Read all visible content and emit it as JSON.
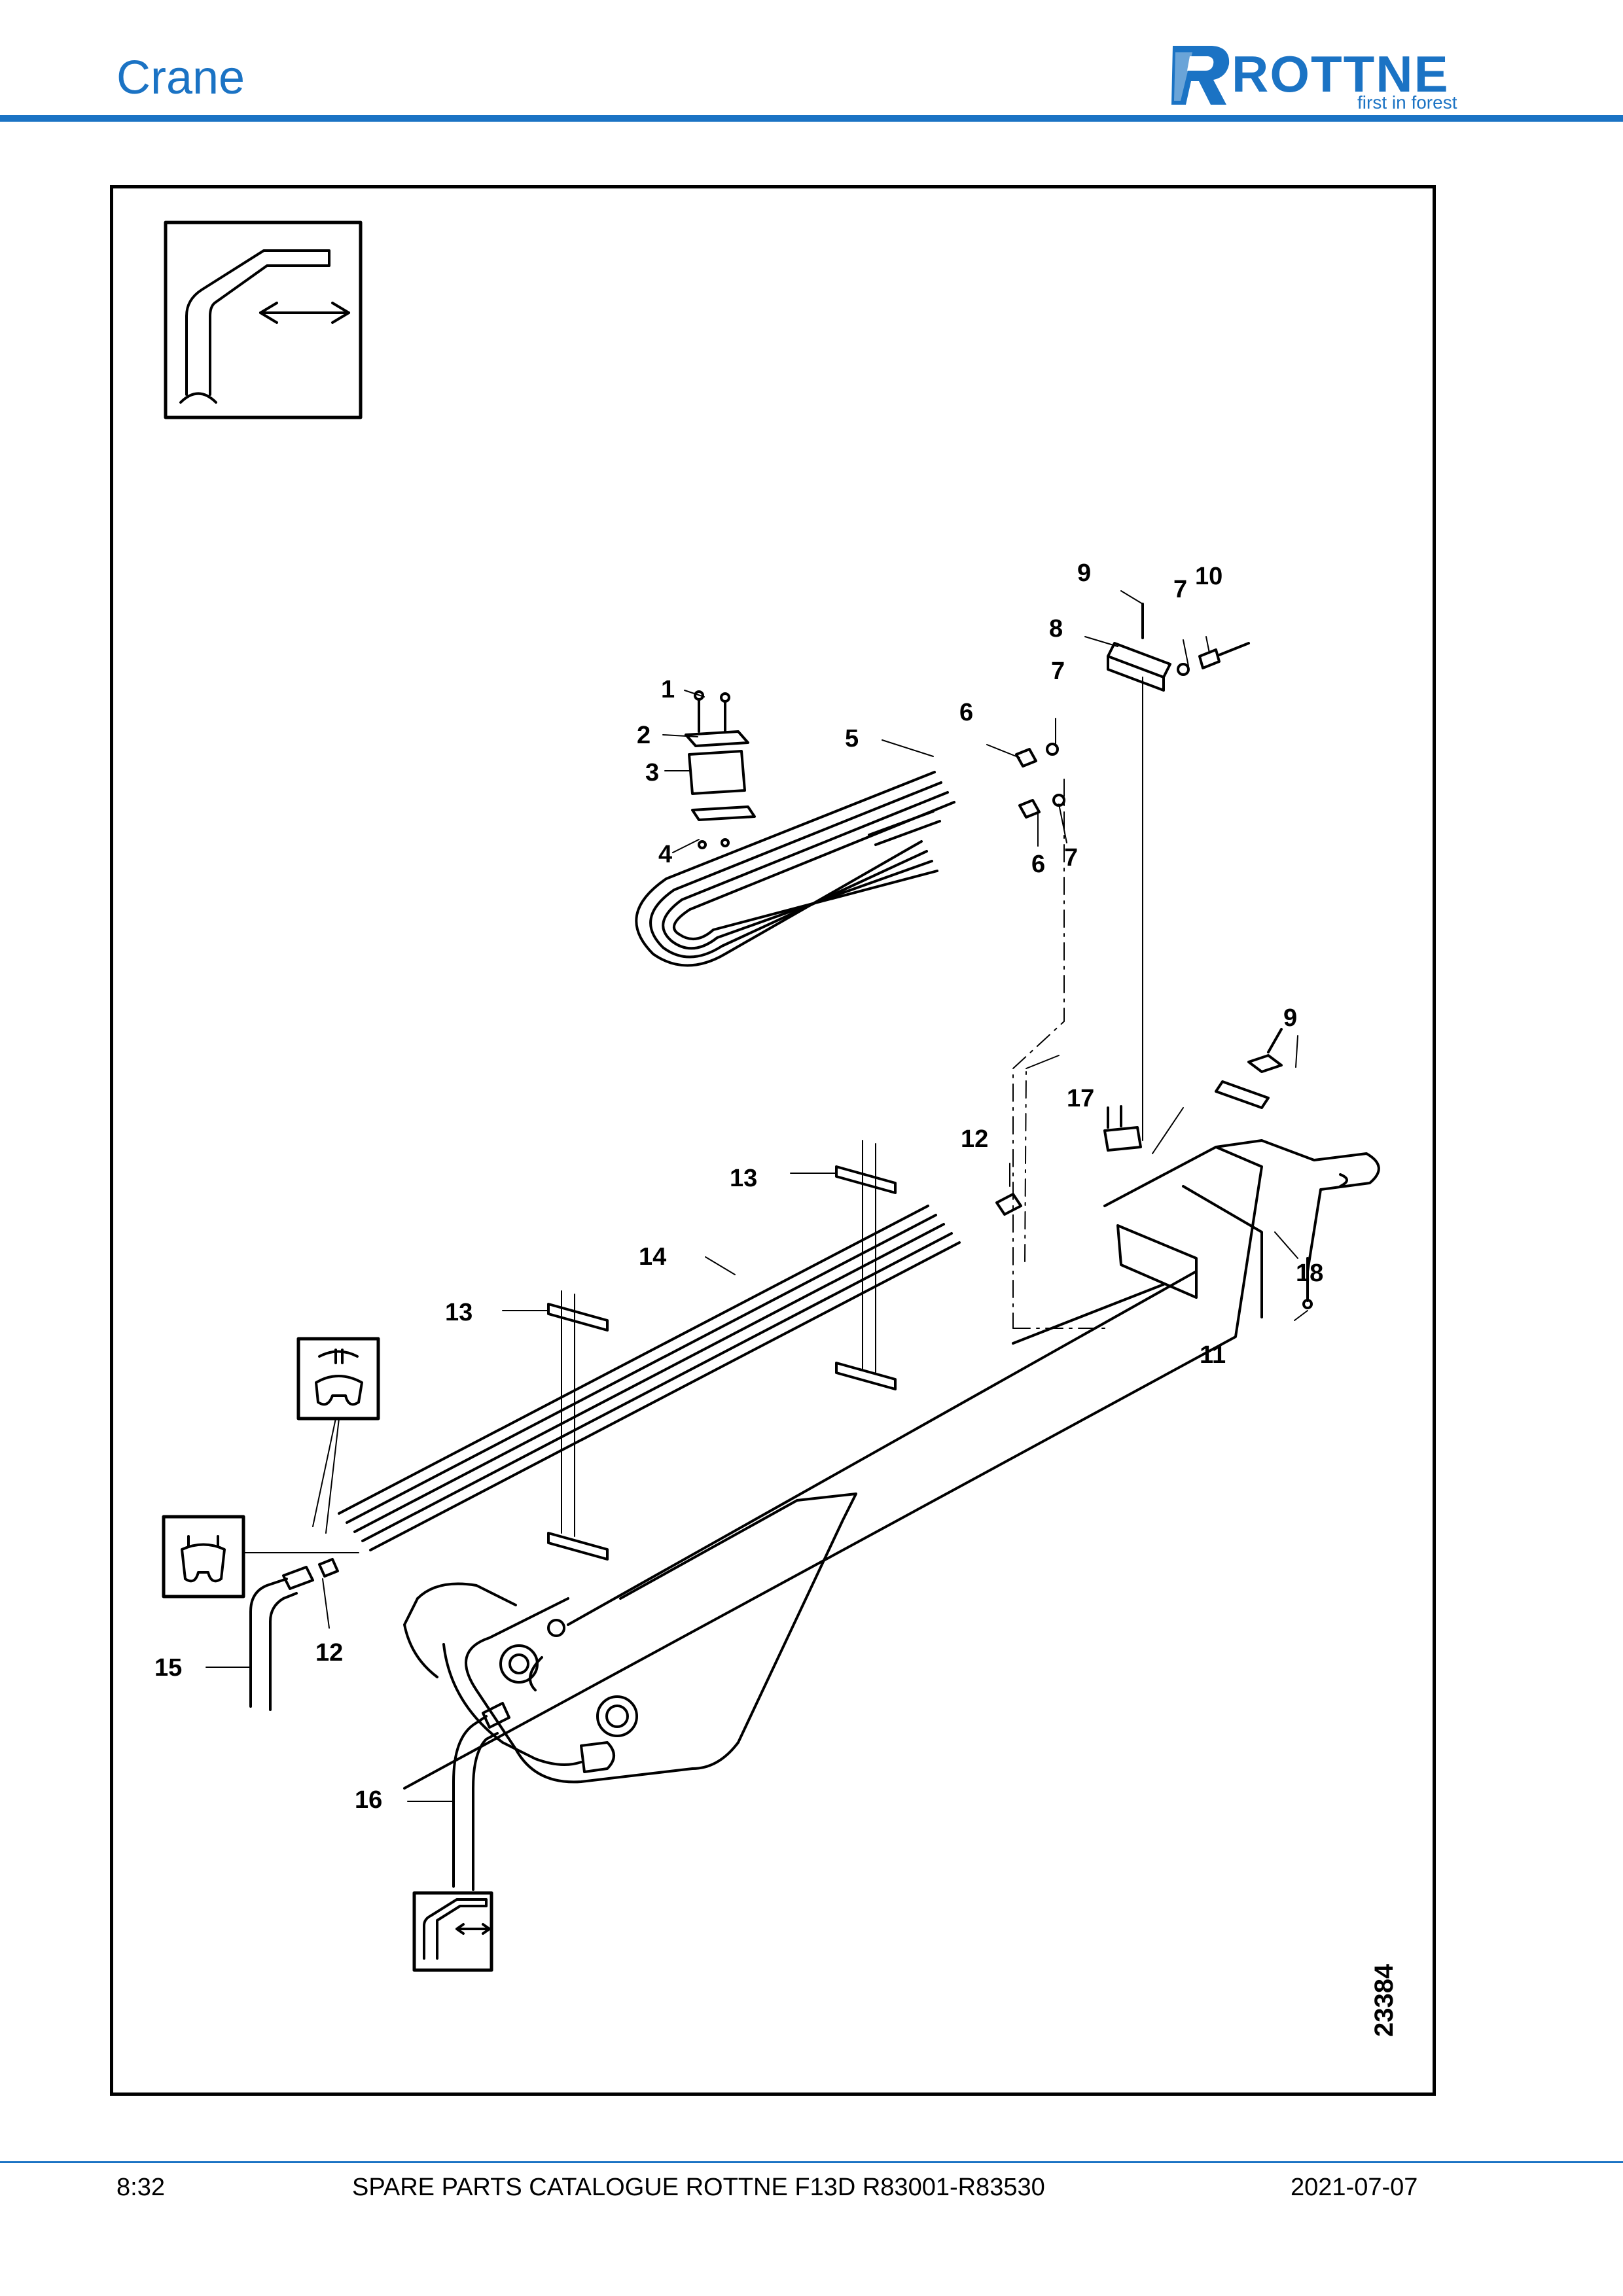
{
  "header": {
    "section_title": "Crane",
    "brand": {
      "name": "ROTTNE",
      "tagline": "first in forest",
      "color": "#1b73c4"
    }
  },
  "figure": {
    "number": "23384",
    "callouts": [
      "1",
      "2",
      "3",
      "4",
      "5",
      "6",
      "6",
      "7",
      "7",
      "7",
      "8",
      "9",
      "9",
      "10",
      "11",
      "12",
      "12",
      "13",
      "13",
      "14",
      "15",
      "16",
      "17",
      "18"
    ],
    "icons": [
      "boom-extension-icon",
      "rotator-icon",
      "grapple-icon",
      "boom-extension-icon"
    ]
  },
  "footer": {
    "page": "8:32",
    "catalogue": "SPARE PARTS CATALOGUE ROTTNE F13D R83001-R83530",
    "date": "2021-07-07"
  }
}
